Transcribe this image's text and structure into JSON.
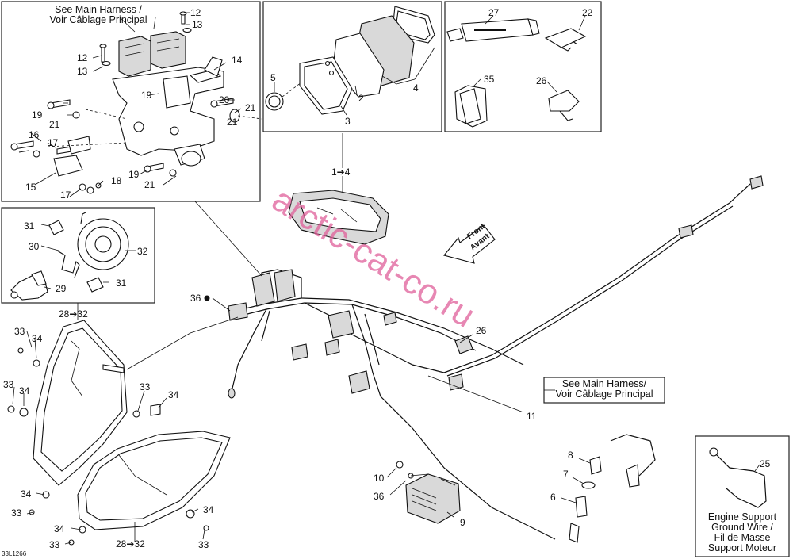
{
  "notes": {
    "main_harness_top": [
      "See Main Harness /",
      "Voir Câblage Principal"
    ],
    "main_harness_mid": [
      "See Main Harness/",
      "Voir Câblage Principal"
    ],
    "ground_wire": [
      "Engine Support",
      "Ground Wire /",
      "Fil de Masse",
      "Support Moteur"
    ]
  },
  "front_arrow": [
    "Front",
    "Avant"
  ],
  "watermark": "arctic-cat-co.ru",
  "figure_code": "33L1266",
  "callouts": {
    "c12a": "12",
    "c13a": "13",
    "c12b": "12",
    "c13b": "13",
    "c14": "14",
    "c19a": "19",
    "c19b": "19",
    "c20": "20",
    "c21a": "21",
    "c21b": "21",
    "c21c": "21",
    "c16": "16",
    "c17a": "17",
    "c15": "15",
    "c17b": "17",
    "c18": "18",
    "c19c": "19",
    "c21d": "21",
    "c5": "5",
    "c2": "2",
    "c3": "3",
    "c4": "4",
    "c27": "27",
    "c22": "22",
    "c35": "35",
    "c26a": "26",
    "c1to4": "1➔4",
    "c31a": "31",
    "c30": "30",
    "c32": "32",
    "c29": "29",
    "c31b": "31",
    "c36a": "36",
    "c28a": "28➔32",
    "c26b": "26",
    "c33a": "33",
    "c34a": "34",
    "c33b": "33",
    "c34b": "34",
    "c33c": "33",
    "c34c": "34",
    "c34d": "34",
    "c33d": "33",
    "c34e": "34",
    "c33e": "33",
    "c28b": "28➔32",
    "c34f": "34",
    "c33f": "33",
    "c11": "11",
    "c10": "10",
    "c36b": "36",
    "c9": "9",
    "c8": "8",
    "c7": "7",
    "c6": "6",
    "c25": "25"
  }
}
